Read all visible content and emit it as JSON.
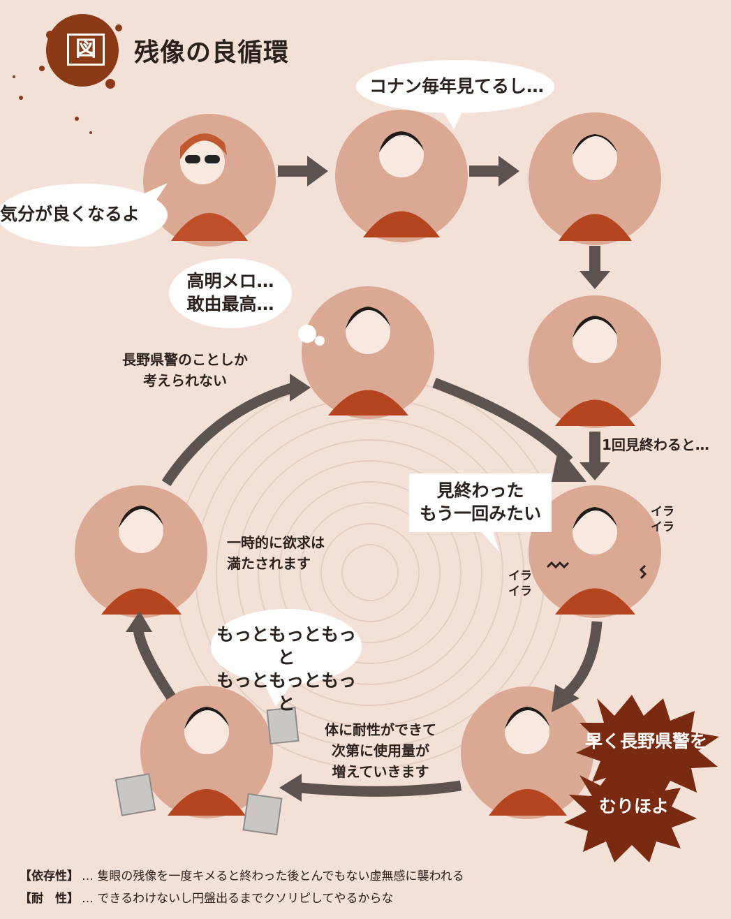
{
  "header": {
    "badge": "図",
    "title": "残像の良循環"
  },
  "bubbles": {
    "b1": "気分が良くなるよ",
    "b2": "コナン毎年見てるし…",
    "b3": "高明メロ…\n敢由最高…",
    "b4": "見終わった\nもう一回みたい",
    "b5": "もっともっともっと\nもっともっともっと"
  },
  "labels": {
    "obsessed": "長野県警のことしか\n考えられない",
    "after_once": "1回見終わると…",
    "satisfied": "一時的に欲求は\n満たされます",
    "tolerance": "体に耐性ができて\n次第に使用量が\n増えていきます",
    "irritated_a": "イラ\nイラ",
    "irritated_b": "イラ\nイラ"
  },
  "starbursts": {
    "s1": "早く長野県警を",
    "s2": "むりほよ"
  },
  "legend": [
    {
      "key": "【依存性】",
      "text": "… 隻眼の残像を一度キメると終わった後とんでもない虚無感に襲われる"
    },
    {
      "key": "【耐　性】",
      "text": "… できるわけないし円盤出るまでクソリピしてやるからな"
    }
  ],
  "colors": {
    "background": "#f3e1d8",
    "circle": "#dba894",
    "shirt": "#b5451f",
    "arrow": "#5d534e",
    "burst": "#7a2a10",
    "badge": "#8a3a15"
  }
}
